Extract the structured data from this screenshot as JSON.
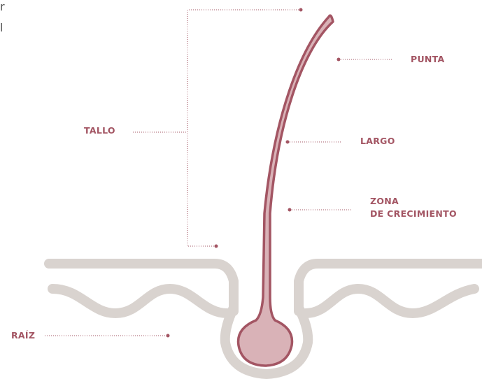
{
  "colors": {
    "label": "#a35563",
    "hair_fill": "#d9b2b7",
    "hair_stroke": "#a35563",
    "skin": "#d9d3cf",
    "leader": "#a35563",
    "text_fragment": "#555555"
  },
  "fragments": {
    "line1": "r",
    "line2": "l"
  },
  "labels": {
    "tallo": "TALLO",
    "punta": "PUNTA",
    "largo": "LARGO",
    "zona_line1": "ZONA",
    "zona_line2": "DE CRECIMIENTO",
    "raiz": "RAÍZ"
  }
}
